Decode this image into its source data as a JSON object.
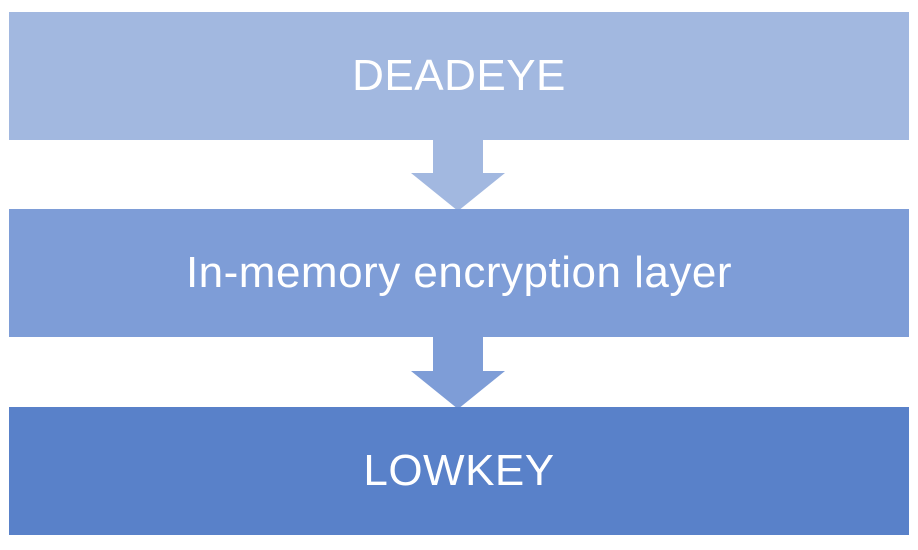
{
  "diagram": {
    "steps": [
      {
        "label": "DEADEYE",
        "color": "#A2B8E0"
      },
      {
        "label": "In-memory encryption layer",
        "color": "#7E9DD7"
      },
      {
        "label": "LOWKEY",
        "color": "#5981C9"
      }
    ],
    "arrows": [
      {
        "color": "#A2B8E0"
      },
      {
        "color": "#7E9DD7"
      }
    ]
  }
}
